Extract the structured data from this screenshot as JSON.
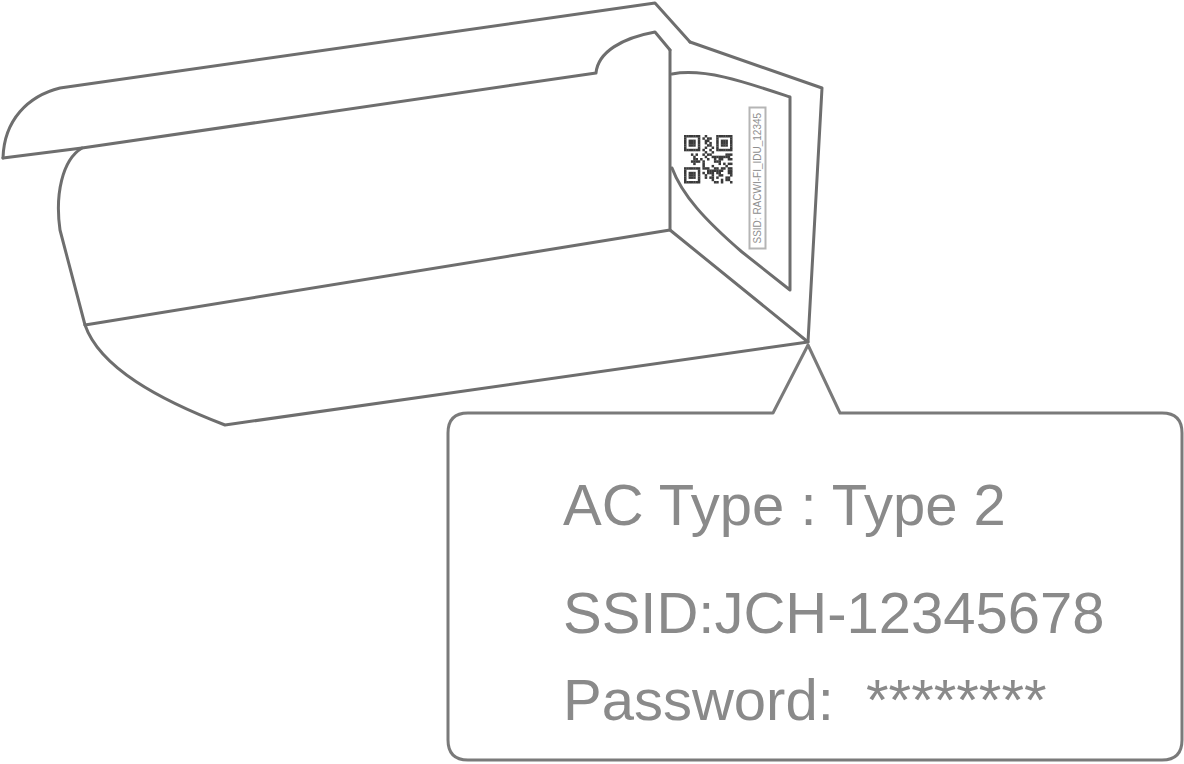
{
  "diagram": {
    "nodes": [
      {
        "text": [
          "SSID: RACWI-FI_IDU_12345"
        ]
      },
      {
        "text": [
          "AC Type : Type 2",
          "SSID:JCH-12345678",
          "Password:  ********"
        ]
      }
    ]
  }
}
